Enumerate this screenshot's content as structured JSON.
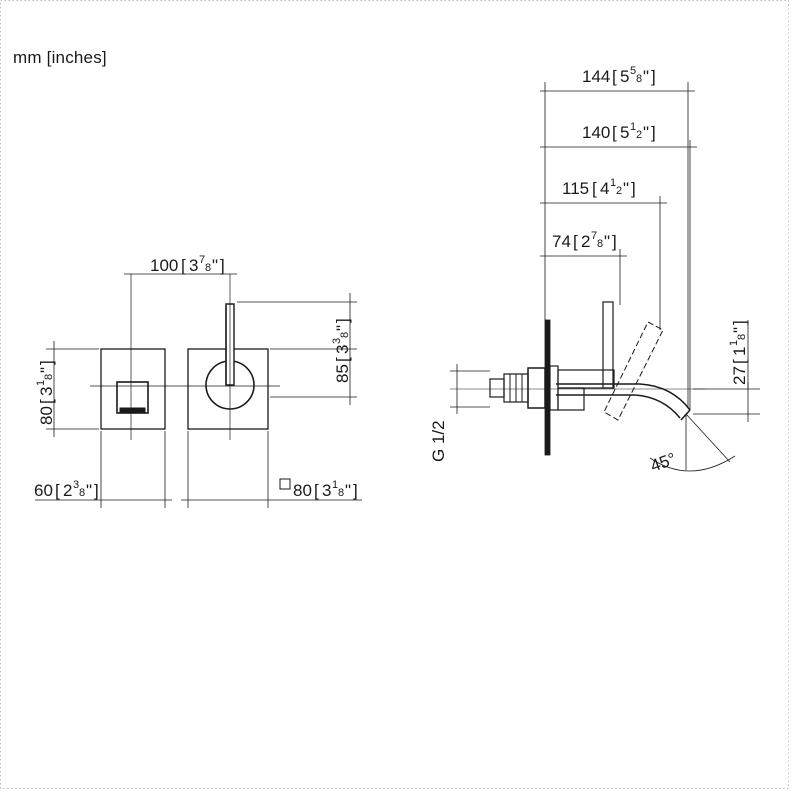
{
  "units_label": "mm [inches]",
  "front_view": {
    "width_100": {
      "mm": "100",
      "whole": "3",
      "num": "7",
      "den": "8"
    },
    "height_85": {
      "mm": "85",
      "whole": "3",
      "num": "3",
      "den": "8"
    },
    "height_80": {
      "mm": "80",
      "whole": "3",
      "num": "1",
      "den": "8"
    },
    "width_60": {
      "mm": "60",
      "whole": "2",
      "num": "3",
      "den": "8"
    },
    "square_80": {
      "mm": "80",
      "whole": "3",
      "num": "1",
      "den": "8"
    }
  },
  "side_view": {
    "depth_144": {
      "mm": "144",
      "whole": "5",
      "num": "5",
      "den": "8"
    },
    "depth_140": {
      "mm": "140",
      "whole": "5",
      "num": "1",
      "den": "2"
    },
    "depth_115": {
      "mm": "115",
      "whole": "4",
      "num": "1",
      "den": "2"
    },
    "depth_74": {
      "mm": "74",
      "whole": "2",
      "num": "7",
      "den": "8"
    },
    "height_27": {
      "mm": "27",
      "whole": "1",
      "num": "1",
      "den": "8"
    },
    "thread_label": "G 1/2",
    "angle_label": "45°"
  },
  "inch_mark": "\""
}
